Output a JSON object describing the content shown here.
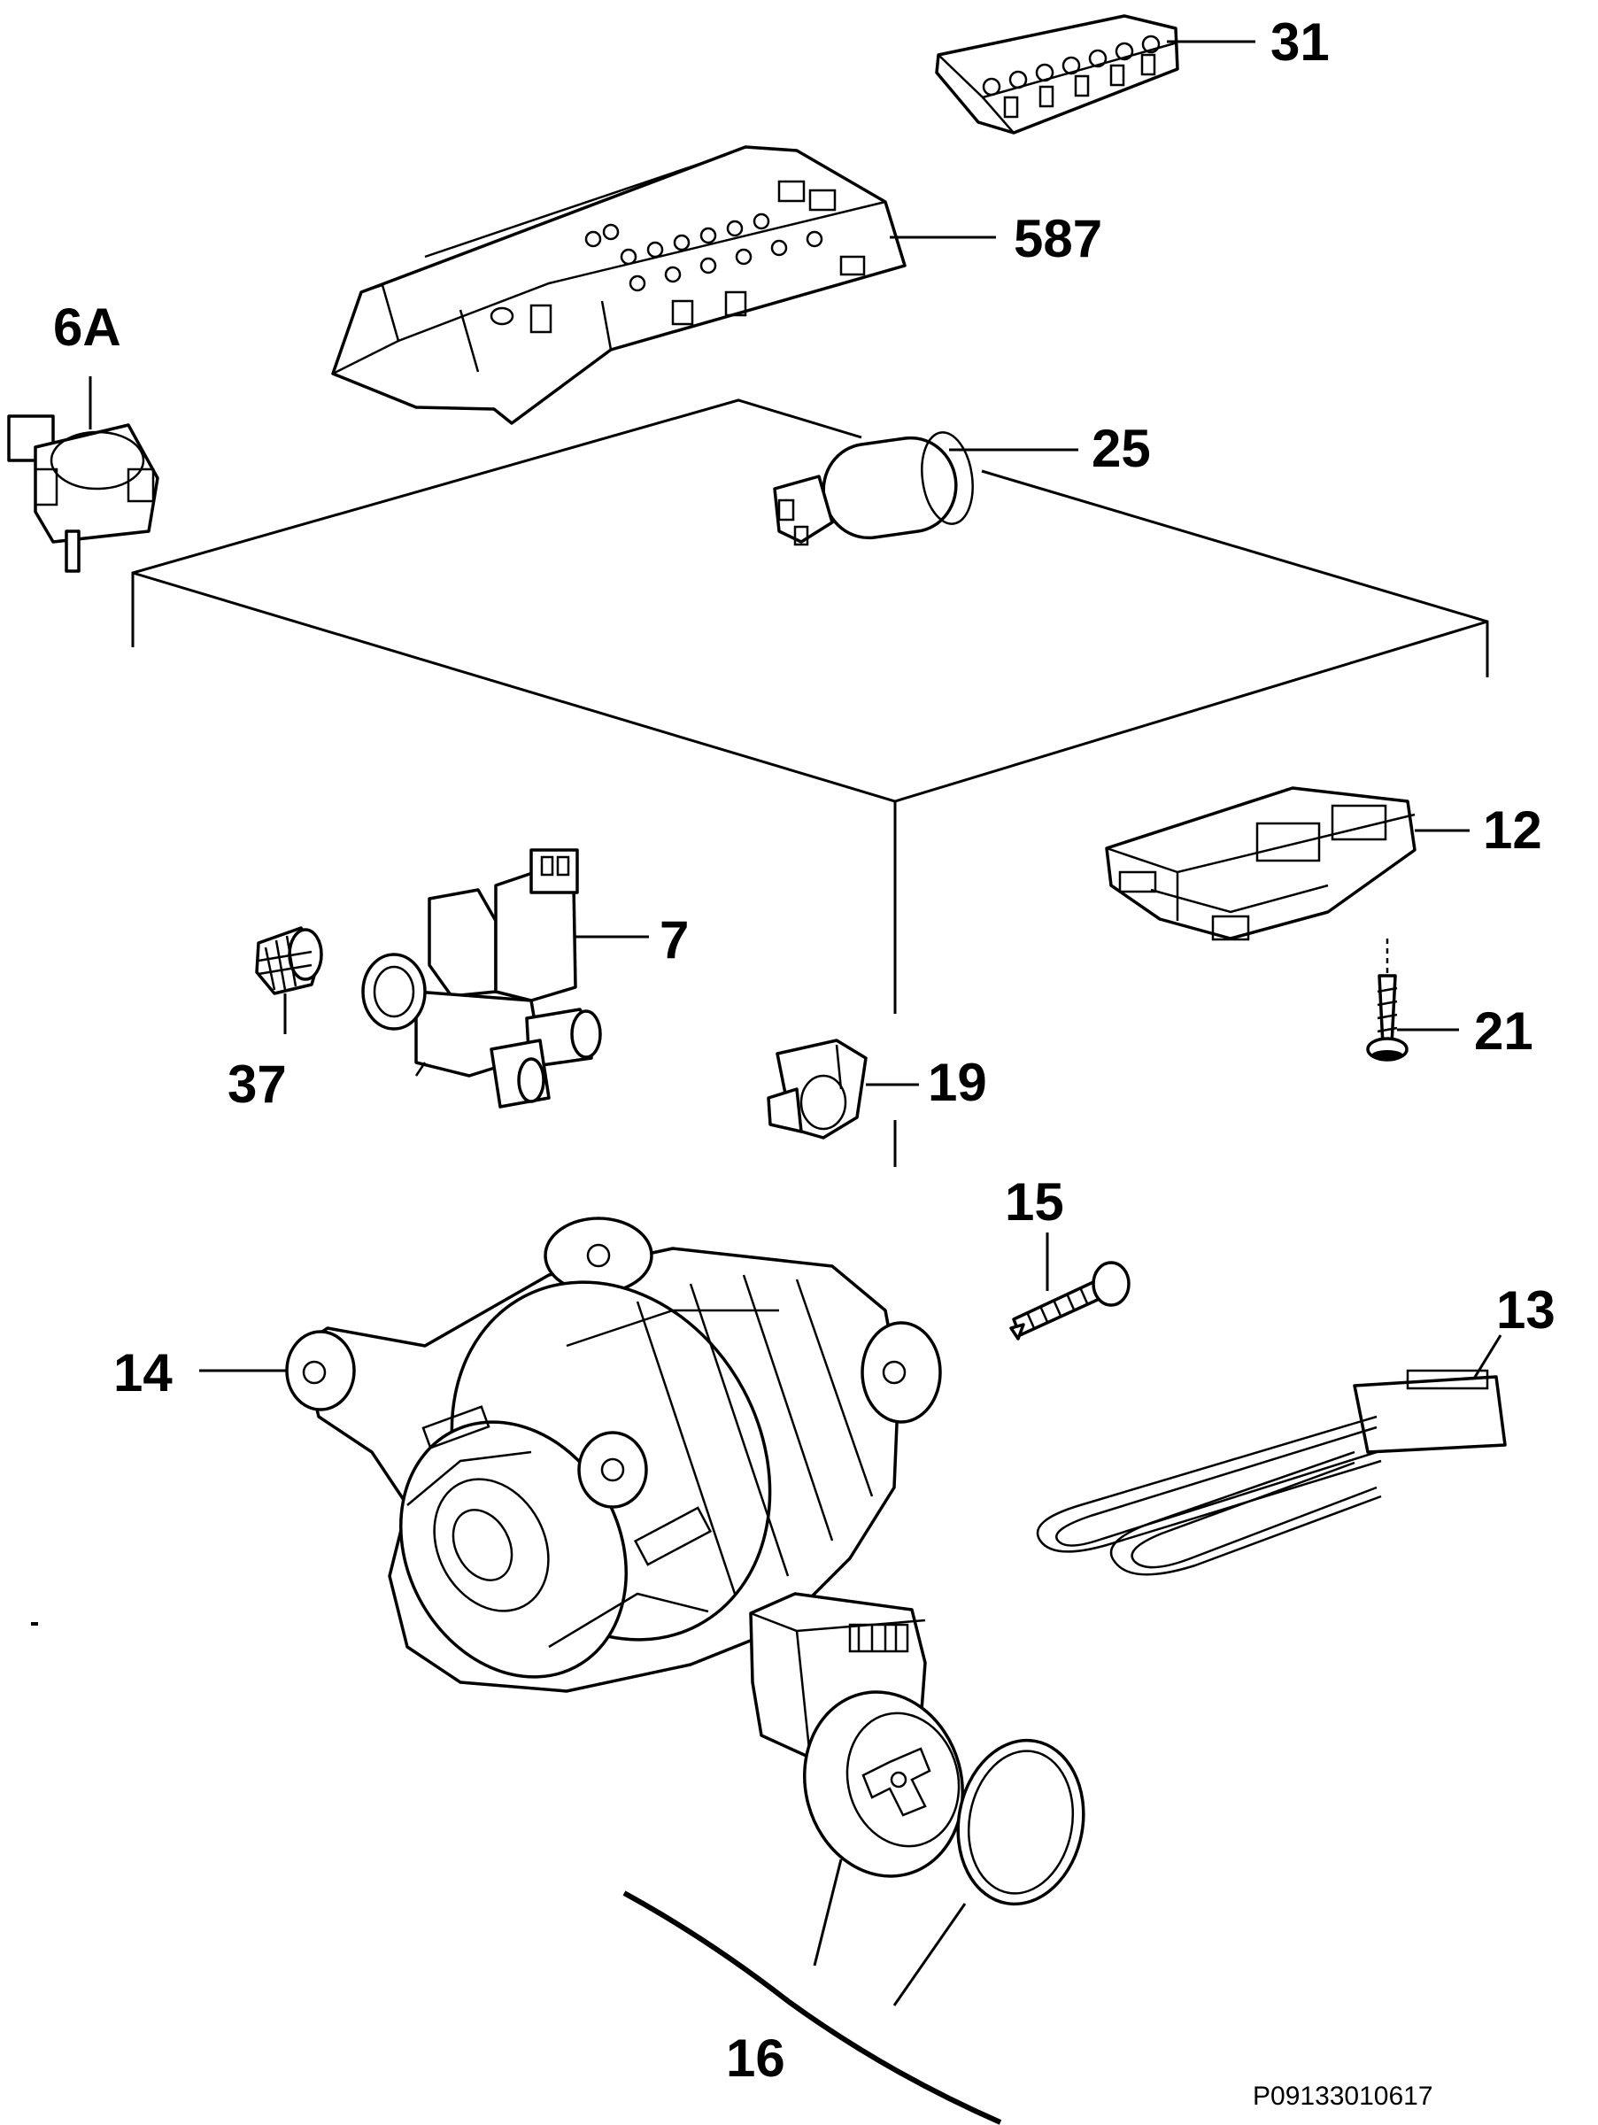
{
  "labels": {
    "p31": "31",
    "p587": "587",
    "p6A": "6A",
    "p25": "25",
    "p12": "12",
    "p7": "7",
    "p21": "21",
    "p37": "37",
    "p19": "19",
    "p15": "15",
    "p13": "13",
    "p14": "14",
    "p16": "16"
  },
  "reference": "P09133010617"
}
